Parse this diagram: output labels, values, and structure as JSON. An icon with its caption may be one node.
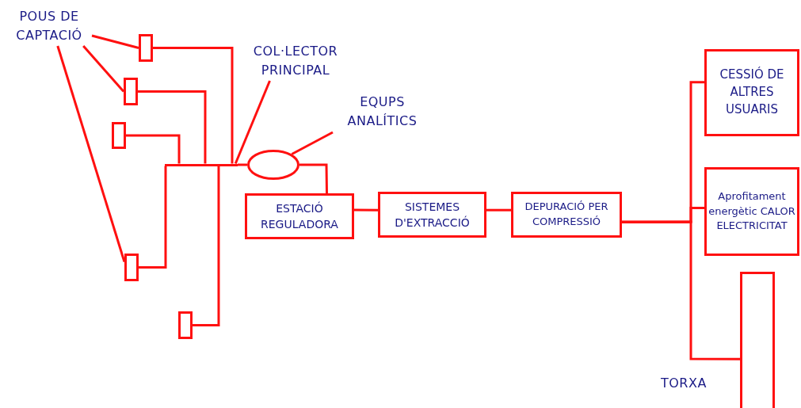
{
  "diagram": {
    "nodes": [
      {
        "text": [
          "POUS DE CAPTACIÓ"
        ]
      },
      {
        "text": [],
        "shape": "box"
      },
      {
        "text": [],
        "shape": "box"
      },
      {
        "text": [],
        "shape": "box"
      },
      {
        "text": [],
        "shape": "box"
      },
      {
        "text": [],
        "shape": "box"
      },
      {
        "text": [
          "COL·LECTOR PRINCIPAL"
        ]
      },
      {
        "text": [],
        "shape": "ellipse"
      },
      {
        "text": [
          "EQUPS ANALÍTICS"
        ]
      },
      {
        "text": [
          "ESTACIÓ REGULADORA"
        ]
      },
      {
        "text": [
          "SISTEMES D'EXTRACCIÓ"
        ]
      },
      {
        "text": [
          "DEPURACIÓ PER COMPRESSIÓ"
        ]
      },
      {
        "text": [
          "CESSIÓ DE ALTRES USUARIS"
        ]
      },
      {
        "text": [
          "Aprofitament energètic CALOR ELECTRICITAT"
        ]
      },
      {
        "text": [],
        "shape": "bar",
        "beside": [
          "TORXA"
        ]
      },
      {
        "text": [],
        "shape": "pipe"
      }
    ],
    "edges": [
      {
        "from": 0,
        "to": 1,
        "arrow": "none"
      },
      {
        "from": 0,
        "to": 2,
        "arrow": "none"
      },
      {
        "from": 0,
        "to": 4,
        "arrow": "none"
      },
      {
        "from": 1,
        "to": 15,
        "arrow": "none"
      },
      {
        "from": 2,
        "to": 15,
        "arrow": "none"
      },
      {
        "from": 3,
        "to": 15,
        "arrow": "none"
      },
      {
        "from": 4,
        "to": 15,
        "arrow": "none"
      },
      {
        "from": 5,
        "to": 15,
        "arrow": "none"
      },
      {
        "from": 6,
        "to": 15,
        "arrow": "none"
      },
      {
        "from": 8,
        "to": 7,
        "arrow": "none"
      },
      {
        "from": 7,
        "to": 9,
        "arrow": "none"
      },
      {
        "from": 9,
        "to": 10,
        "arrow": "none"
      },
      {
        "from": 10,
        "to": 11,
        "arrow": "none"
      },
      {
        "from": 11,
        "to": 12,
        "arrow": "none"
      },
      {
        "from": 11,
        "to": 13,
        "arrow": "none"
      },
      {
        "from": 11,
        "to": 14,
        "arrow": "none"
      },
      {
        "from": 15,
        "to": 7,
        "arrow": "none"
      }
    ]
  }
}
